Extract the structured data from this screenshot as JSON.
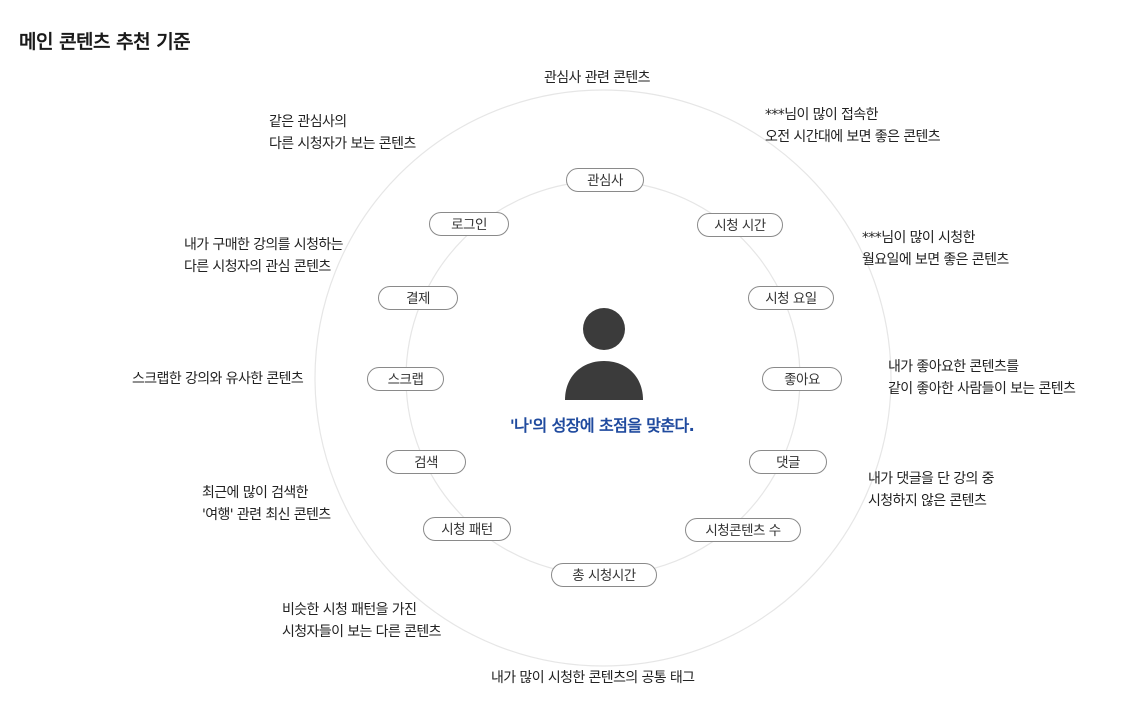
{
  "title": "메인 콘텐츠 추천 기준",
  "center": {
    "caption": "'나'의 성장에 초점을 맞춘다."
  },
  "pills": {
    "interest": "관심사",
    "watch_time": "시청 시간",
    "weekday": "시청 요일",
    "like": "좋아요",
    "comment": "댓글",
    "content_count": "시청콘텐츠 수",
    "total_time": "총 시청시간",
    "pattern": "시청 패턴",
    "search": "검색",
    "scrap": "스크랩",
    "payment": "결제",
    "login": "로그인"
  },
  "notes": {
    "interest": [
      "관심사 관련 콘텐츠"
    ],
    "watch_time": [
      "***님이 많이 접속한",
      "오전 시간대에 보면 좋은 콘텐츠"
    ],
    "weekday": [
      "***님이 많이 시청한",
      "월요일에 보면 좋은 콘텐츠"
    ],
    "like": [
      "내가 좋아요한 콘텐츠를",
      "같이 좋아한 사람들이 보는 콘텐츠"
    ],
    "comment": [
      "내가 댓글을 단 강의 중",
      "시청하지 않은 콘텐츠"
    ],
    "total_time": [
      "내가 많이 시청한 콘텐츠의 공통 태그"
    ],
    "pattern": [
      "비슷한 시청 패턴을 가진",
      "시청자들이 보는 다른 콘텐츠"
    ],
    "search": [
      "최근에 많이 검색한",
      "'여행' 관련 최신 콘텐츠"
    ],
    "scrap": [
      "스크랩한 강의와 유사한 콘텐츠"
    ],
    "payment": [
      "내가 구매한 강의를 시청하는",
      "다른 시청자의 관심 콘텐츠"
    ],
    "login": [
      "같은 관심사의",
      "다른 시청자가 보는 콘텐츠"
    ]
  }
}
